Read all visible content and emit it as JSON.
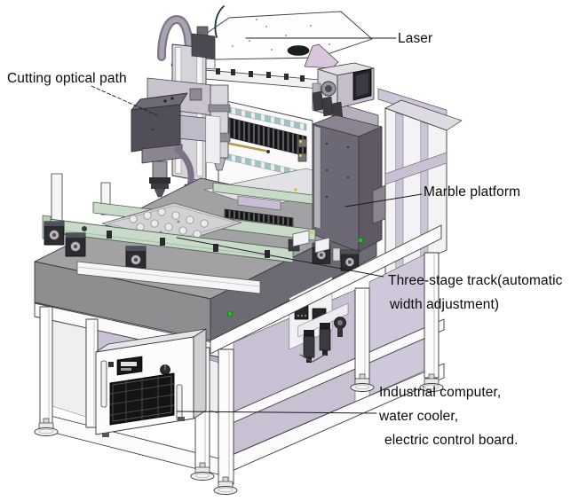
{
  "figure": {
    "type": "technical-diagram",
    "subject": "laser cutting machine isometric CAD illustration",
    "labels": {
      "laser": "Laser",
      "cutting_optical_path": "Cutting optical path",
      "marble_platform": "Marble platform",
      "three_stage_line1": "Three-stage track(automatic",
      "three_stage_line2": "width adjustment)",
      "industrial_line1": "Industrial computer,",
      "industrial_line2": "water cooler,",
      "industrial_line3": "electric control board."
    },
    "colors": {
      "background": "#ffffff",
      "outline": "#3a3a3a",
      "marble_dark": "#6d6875",
      "marble_side": "#5e5965",
      "slab_top": "#a2a2a5",
      "slab_front": "#8e8e91",
      "slab_right": "#6e6a74",
      "panel_purple": "#c9c0d4",
      "bracket_purple": "#d9c6de",
      "rail_green": "#c8dac8",
      "teal_segment": "#9fc2c2",
      "fin_black": "#141417",
      "gold_rod": "#b8984a",
      "led_green": "#1ec41e",
      "grille_black": "#141416"
    }
  }
}
